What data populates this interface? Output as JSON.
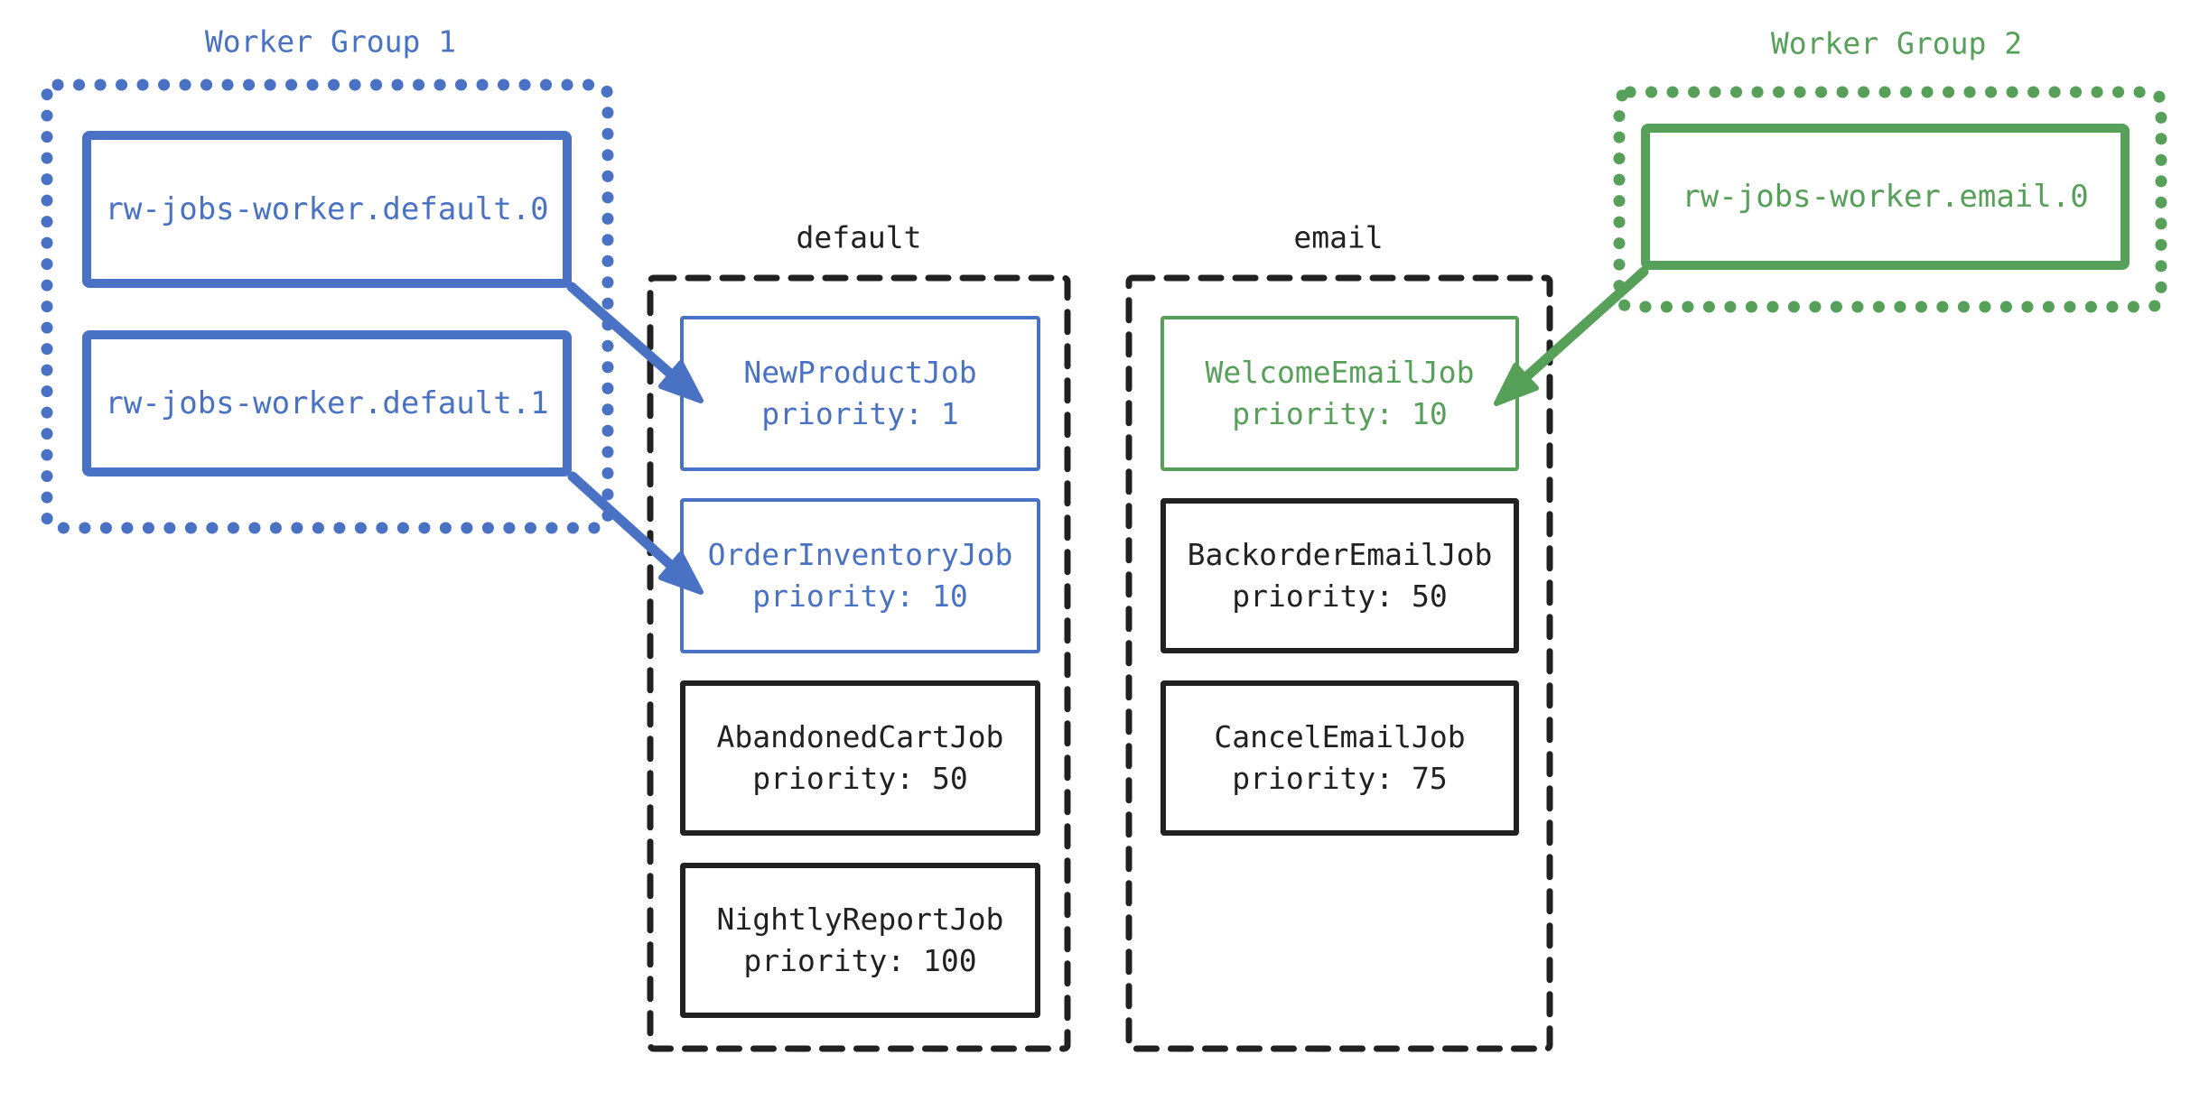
{
  "palette": {
    "blue": "#4a72c4",
    "green": "#57a05a",
    "ink": "#212121",
    "background": "#ffffff"
  },
  "worker_group_1": {
    "title": "Worker Group 1",
    "workers": [
      {
        "label": "rw-jobs-worker.default.0"
      },
      {
        "label": "rw-jobs-worker.default.1"
      }
    ]
  },
  "worker_group_2": {
    "title": "Worker Group 2",
    "workers": [
      {
        "label": "rw-jobs-worker.email.0"
      }
    ]
  },
  "queues": {
    "default": {
      "title": "default",
      "jobs": [
        {
          "name": "NewProductJob",
          "priority": "priority: 1"
        },
        {
          "name": "OrderInventoryJob",
          "priority": "priority: 10"
        },
        {
          "name": "AbandonedCartJob",
          "priority": "priority: 50"
        },
        {
          "name": "NightlyReportJob",
          "priority": "priority: 100"
        }
      ]
    },
    "email": {
      "title": "email",
      "jobs": [
        {
          "name": "WelcomeEmailJob",
          "priority": "priority: 10"
        },
        {
          "name": "BackorderEmailJob",
          "priority": "priority: 50"
        },
        {
          "name": "CancelEmailJob",
          "priority": "priority: 75"
        }
      ]
    }
  }
}
